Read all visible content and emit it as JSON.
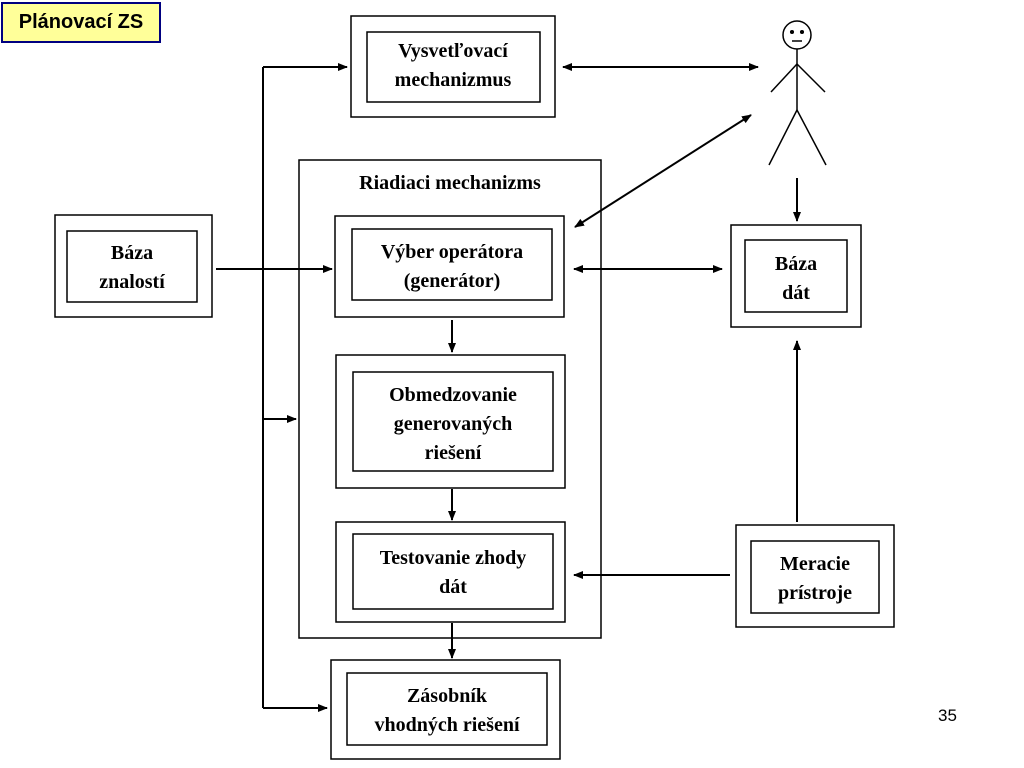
{
  "slide": {
    "title": "Plánovací ZS",
    "page_number": "35"
  },
  "nodes": {
    "vysvetlovaci": [
      "Vysvetľovací",
      "mechanizmus"
    ],
    "riadiaci": "Riadiaci mechanizms",
    "baza_znalosti": [
      "Báza",
      "znalostí"
    ],
    "vyber": [
      "Výber operátora",
      "(generátor)"
    ],
    "obmedzovanie": [
      "Obmedzovanie",
      "generovaných",
      "riešení"
    ],
    "testovanie": [
      "Testovanie zhody",
      "dát"
    ],
    "zasobnik": [
      "Zásobník",
      "vhodných riešení"
    ],
    "baza_dat": [
      "Báza",
      "dát"
    ],
    "meracie": [
      "Meracie",
      "prístroje"
    ]
  },
  "user_figure_icon": "stick-figure-user-icon",
  "colors": {
    "title_background": "#ffff99",
    "title_border": "#000080",
    "lines": "#000000"
  }
}
